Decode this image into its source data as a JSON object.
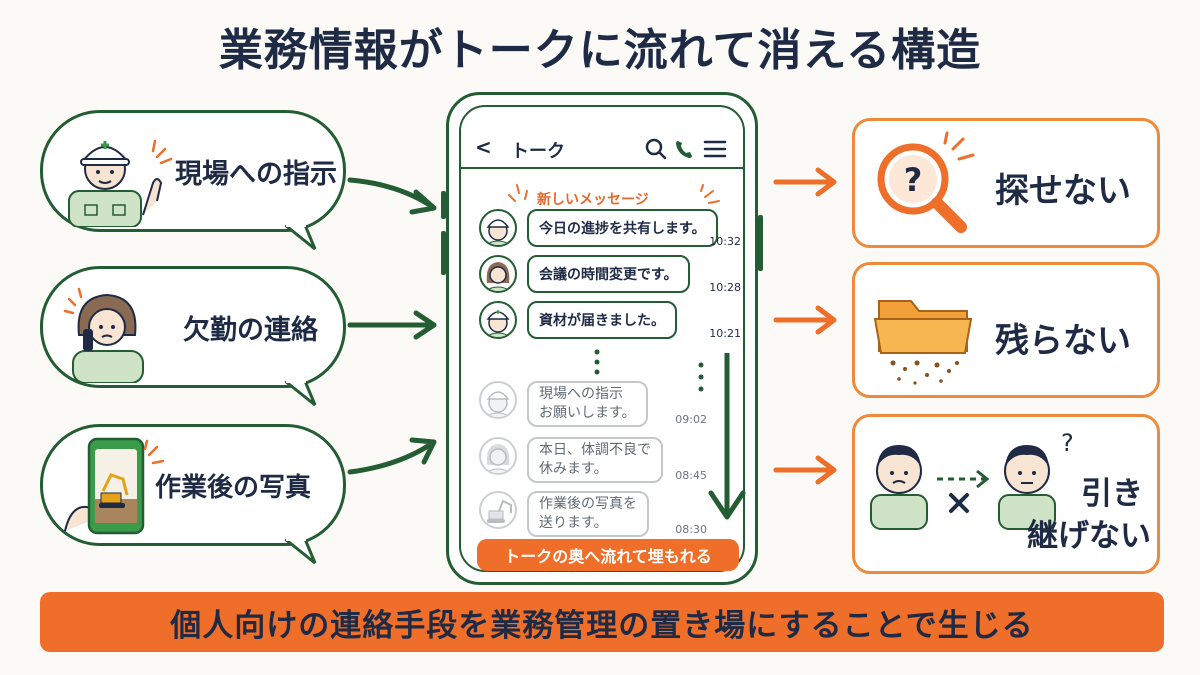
{
  "title": "業務情報がトークに流れて消える構造",
  "inputs": [
    {
      "label": "現場への指示",
      "illustration": "construction-worker-pointing"
    },
    {
      "label": "欠勤の連絡",
      "illustration": "woman-on-phone"
    },
    {
      "label": "作業後の写真",
      "illustration": "phone-excavator-photo"
    }
  ],
  "phone": {
    "back": "<",
    "header_title": "トーク",
    "icons": [
      "search-icon",
      "phone-icon",
      "menu-icon"
    ],
    "new_label": "新しいメッセージ",
    "messages": [
      {
        "text": "今日の進捗を共有します。",
        "time": "10:32",
        "avatar": "worker-helmet-icon"
      },
      {
        "text": "会議の時間変更です。",
        "time": "10:28",
        "avatar": "woman-icon"
      },
      {
        "text": "資材が届きました。",
        "time": "10:21",
        "avatar": "worker-helmet-icon"
      }
    ],
    "old_messages": [
      {
        "line1": "現場への指示",
        "line2": "お願いします。",
        "time": "09:02",
        "avatar": "worker-helmet-icon"
      },
      {
        "line1": "本日、体調不良で",
        "line2": "休みます。",
        "time": "08:45",
        "avatar": "woman-icon"
      },
      {
        "line1": "作業後の写真を",
        "line2": "送ります。",
        "time": "08:30",
        "avatar": "excavator-icon"
      }
    ],
    "bottom_label": "トークの奥へ流れて埋もれる"
  },
  "outcomes": [
    {
      "label": "探せない",
      "icon": "magnifier-question-icon"
    },
    {
      "label": "残らない",
      "icon": "crumbling-folder-icon"
    },
    {
      "line1": "引き",
      "line2": "継げない",
      "icon": "handover-failed-icon"
    }
  ],
  "banner": "個人向けの連絡手段を業務管理の置き場にすることで生じる",
  "colors": {
    "navy": "#1f2a44",
    "green": "#245c34",
    "orange": "#ee6e2a",
    "card_border": "#ee8a3a"
  }
}
